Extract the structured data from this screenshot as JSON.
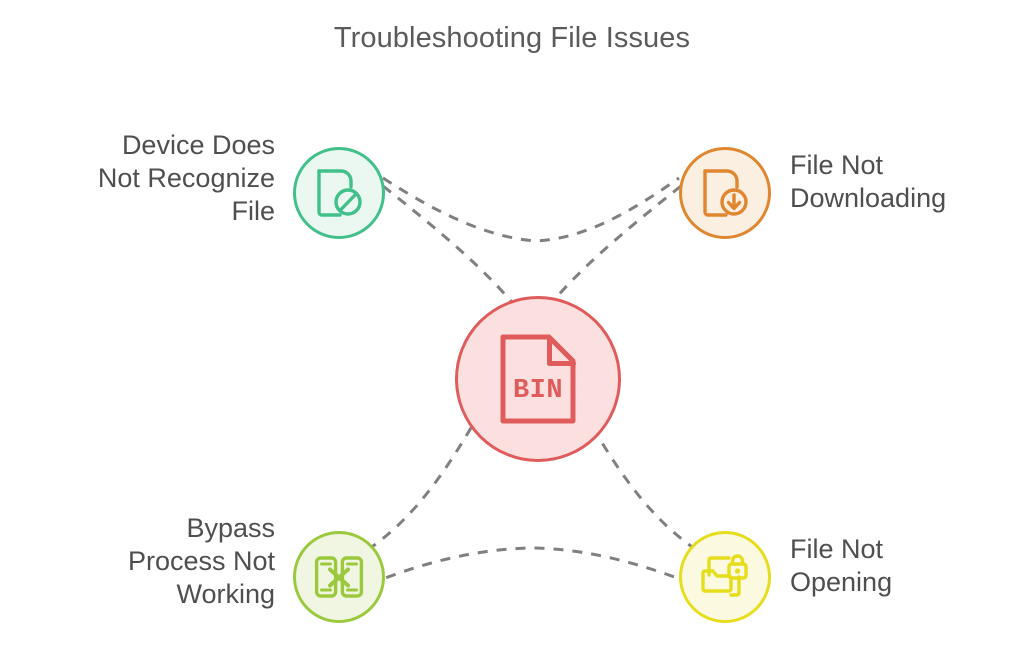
{
  "diagram": {
    "title": "Troubleshooting File Issues",
    "type": "hub-and-spoke",
    "background_color": "#ffffff",
    "title_color": "#5b5b5b",
    "connector": {
      "style": "dashed",
      "color": "#808080",
      "dash_pattern": "10 9",
      "width": 3,
      "description": "Two large dashed arcs crossing in an X / lens shape linking the four outer nodes through the centre"
    },
    "center": {
      "id": "center-node",
      "icon_name": "bin-file-icon",
      "icon_text": "BIN",
      "stroke_color": "#e05c5c",
      "fill_color": "#fbe0df"
    },
    "nodes": [
      {
        "id": "node-device-not-recognize",
        "position": "top-left",
        "label": "Device Does\nNot Recognize\nFile",
        "icon_name": "file-blocked-icon",
        "stroke_color": "#41c08a",
        "fill_color": "#eaf8f1"
      },
      {
        "id": "node-file-not-downloading",
        "position": "top-right",
        "label": "File Not\nDownloading",
        "icon_name": "file-download-icon",
        "stroke_color": "#e0862f",
        "fill_color": "#fbefe2"
      },
      {
        "id": "node-bypass-not-working",
        "position": "bottom-left",
        "label": "Bypass\nProcess Not\nWorking",
        "icon_name": "devices-disconnected-icon",
        "stroke_color": "#9bc93e",
        "fill_color": "#f0f6e2"
      },
      {
        "id": "node-file-not-opening",
        "position": "bottom-right",
        "label": "File Not\nOpening",
        "icon_name": "files-locked-icon",
        "stroke_color": "#e6dd1c",
        "fill_color": "#fbf9e0"
      }
    ]
  }
}
